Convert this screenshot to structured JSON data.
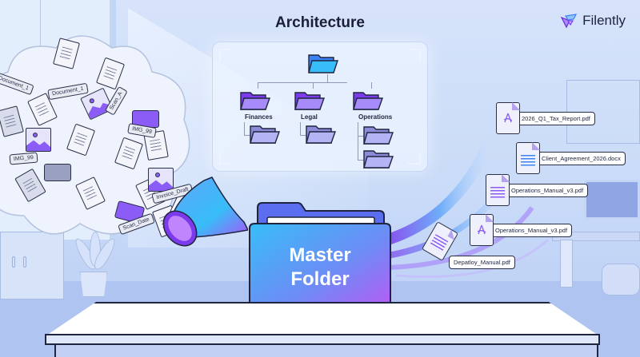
{
  "header": {
    "title": "Architecture",
    "brand_name": "Filently",
    "brand_colors": {
      "primary": "#7c3aed",
      "secondary": "#3b82f6"
    }
  },
  "architecture": {
    "root_folder_color": "#38bdf8",
    "branches": [
      {
        "label": "Finances",
        "subfolders": 1
      },
      {
        "label": "Legal",
        "subfolders": 1
      },
      {
        "label": "Operations",
        "subfolders": 2
      }
    ],
    "branch_color": "#8b5cf6",
    "subfolder_color": "#a5a4f3"
  },
  "clutter": {
    "labels": [
      "Document_1",
      "Document_1",
      "Scan_A",
      "IMG_99",
      "IMG_99",
      "Invoice_Draft",
      "Scan_Date"
    ]
  },
  "master_folder": {
    "line1": "Master",
    "line2": "Folder",
    "gradient": [
      "#38bdf8",
      "#a855f7"
    ]
  },
  "organized_files": [
    {
      "name": "2026_Q1_Tax_Report.pdf",
      "type": "pdf"
    },
    {
      "name": "Client_Agreement_2026.docx",
      "type": "docx"
    },
    {
      "name": "Operations_Manual_v3.pdf",
      "type": "doc"
    },
    {
      "name": "Operations_Manual_v3.pdf",
      "type": "pdf"
    },
    {
      "name": "Depatloy_Manual.pdf",
      "type": "doc"
    }
  ]
}
